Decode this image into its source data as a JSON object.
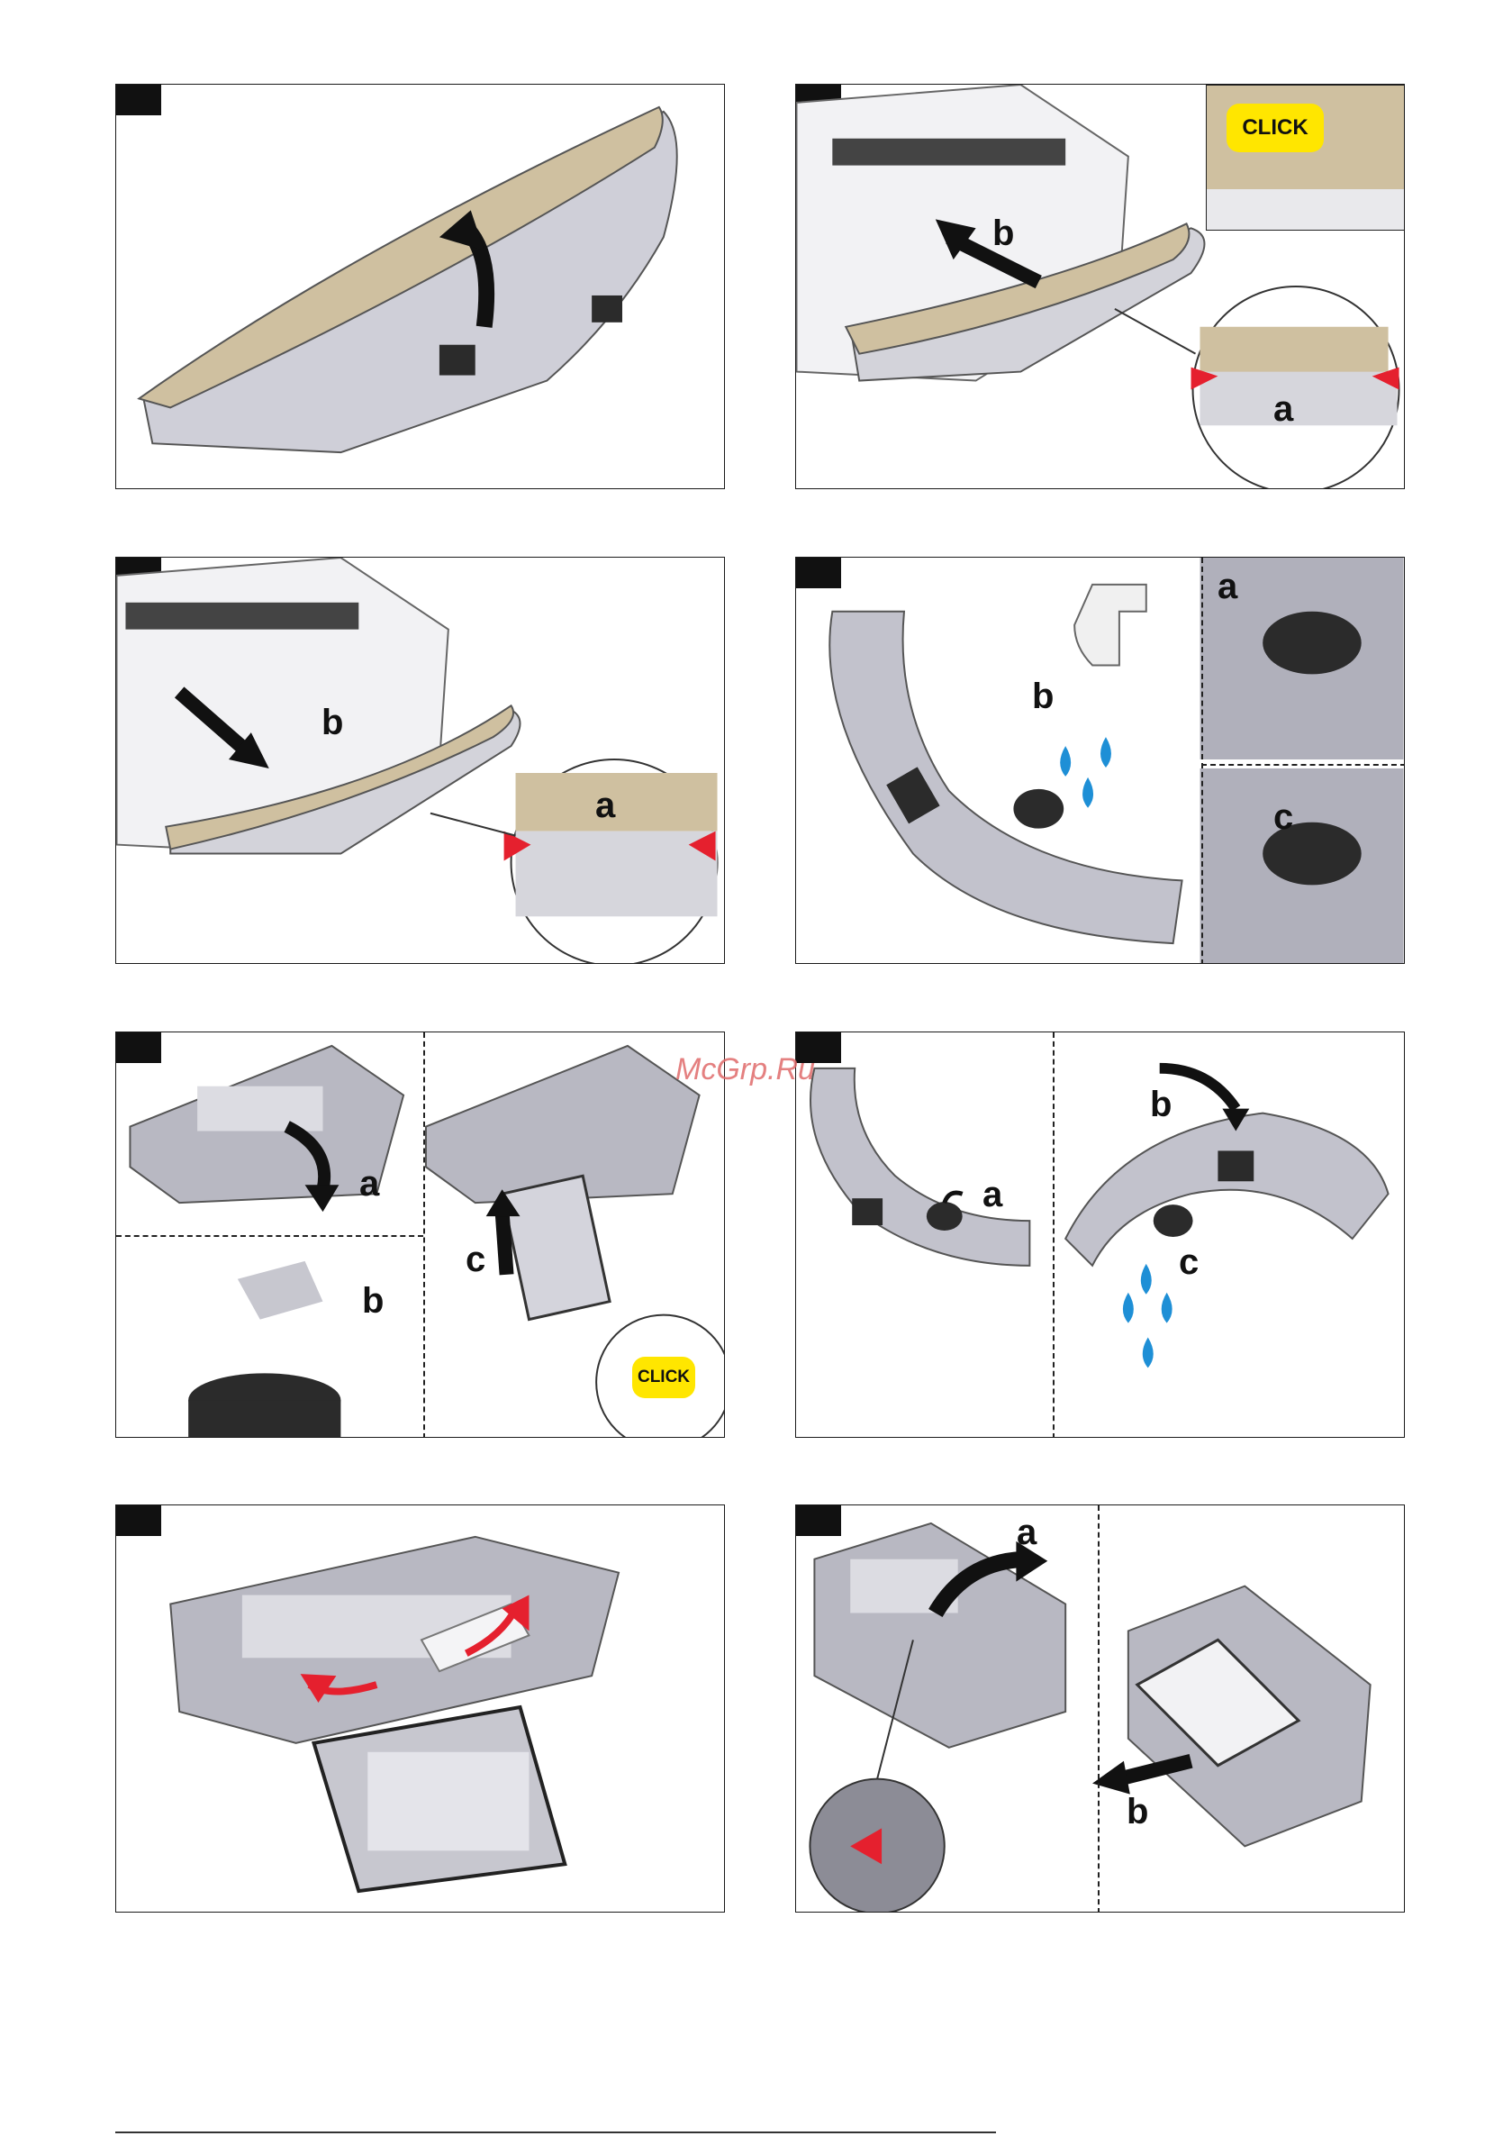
{
  "watermark": "McGrp.Ru",
  "colors": {
    "pad": "#cfc0a0",
    "body_gray": "#b9b9c4",
    "dark": "#2b2b2b",
    "accent_red": "#e5202e",
    "water_blue": "#1e8fd6",
    "click_yellow": "#ffe600"
  },
  "panels": [
    {
      "id": "step-1",
      "labels": []
    },
    {
      "id": "step-2",
      "labels": [
        "b",
        "a"
      ],
      "click_text": "CLICK"
    },
    {
      "id": "step-3",
      "labels": [
        "b",
        "a"
      ]
    },
    {
      "id": "step-4",
      "labels": [
        "a",
        "b",
        "c"
      ]
    },
    {
      "id": "step-5",
      "labels": [
        "a",
        "b",
        "c"
      ],
      "click_text": "CLICK"
    },
    {
      "id": "step-6",
      "labels": [
        "b",
        "a",
        "c"
      ]
    },
    {
      "id": "step-7",
      "labels": []
    },
    {
      "id": "step-8",
      "labels": [
        "a",
        "b"
      ]
    }
  ]
}
